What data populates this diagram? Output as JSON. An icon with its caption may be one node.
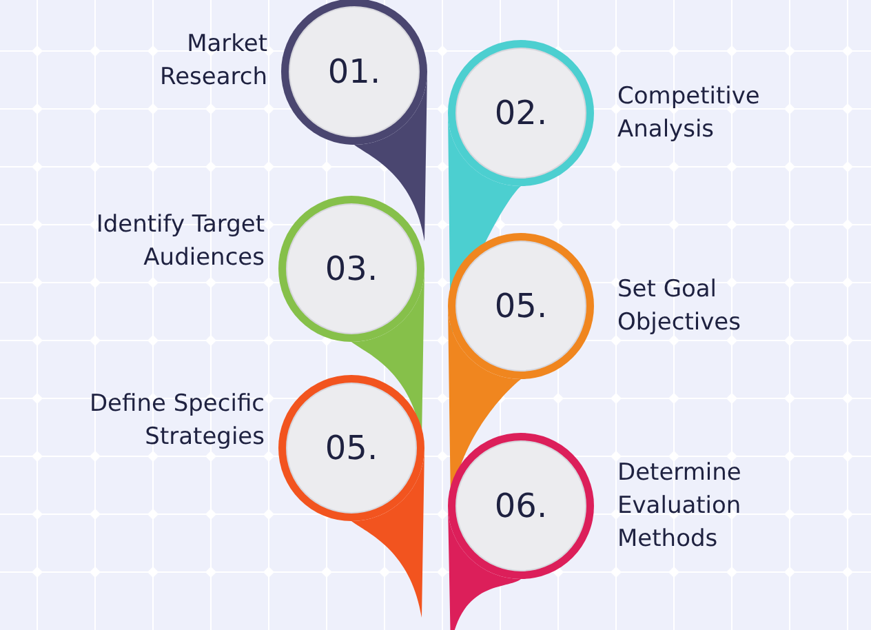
{
  "diagram": {
    "nodes": [
      {
        "text": [
          "01."
        ],
        "beside": [
          "Market Research"
        ]
      },
      {
        "text": [
          "02."
        ],
        "beside": [
          "Competitive Analysis"
        ]
      },
      {
        "text": [
          "03."
        ],
        "beside": [
          "Identify Target Audiences"
        ]
      },
      {
        "text": [
          "05."
        ],
        "beside": [
          "Set Goal Objectives"
        ]
      },
      {
        "text": [
          "05."
        ],
        "beside": [
          "Define Specific Strategies"
        ]
      },
      {
        "text": [
          "06."
        ],
        "beside": [
          "Determine Evaluation Methods"
        ]
      }
    ]
  }
}
